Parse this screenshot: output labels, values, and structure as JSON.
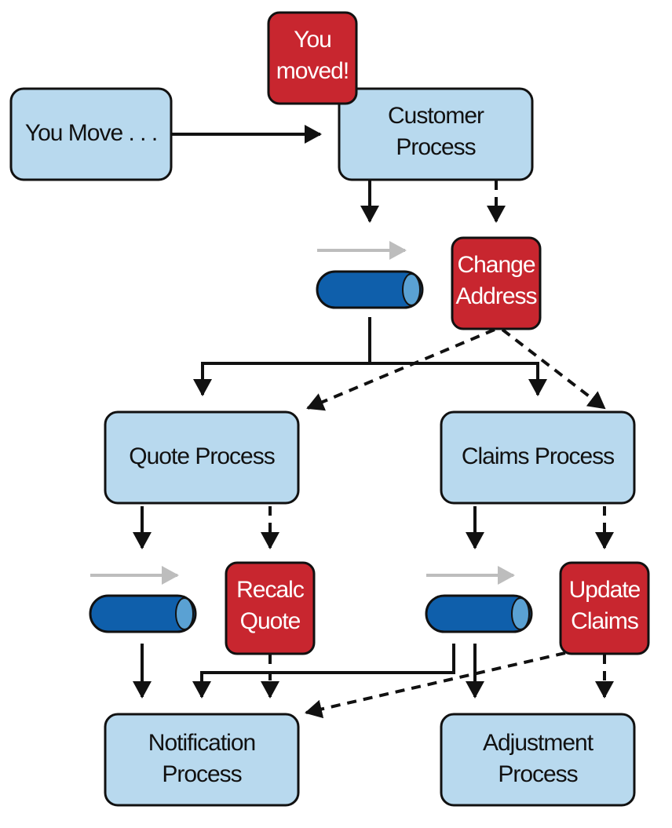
{
  "colors": {
    "process_fill": "#b8d9ee",
    "event_fill": "#c8262f",
    "queue_fill": "#0f5fab",
    "queue_cap": "#5aa1d3",
    "arrow": "#111111",
    "flow_hint": "#bdbdbd"
  },
  "nodes": {
    "you_move": {
      "line1": "You Move . . ."
    },
    "customer_process": {
      "line1": "Customer",
      "line2": "Process"
    },
    "you_moved": {
      "line1": "You",
      "line2": "moved!"
    },
    "change_address": {
      "line1": "Change",
      "line2": "Address"
    },
    "quote_process": {
      "line1": "Quote Process"
    },
    "claims_process": {
      "line1": "Claims Process"
    },
    "recalc_quote": {
      "line1": "Recalc",
      "line2": "Quote"
    },
    "update_claims": {
      "line1": "Update",
      "line2": "Claims"
    },
    "notification_process": {
      "line1": "Notification",
      "line2": "Process"
    },
    "adjustment_process": {
      "line1": "Adjustment",
      "line2": "Process"
    }
  }
}
